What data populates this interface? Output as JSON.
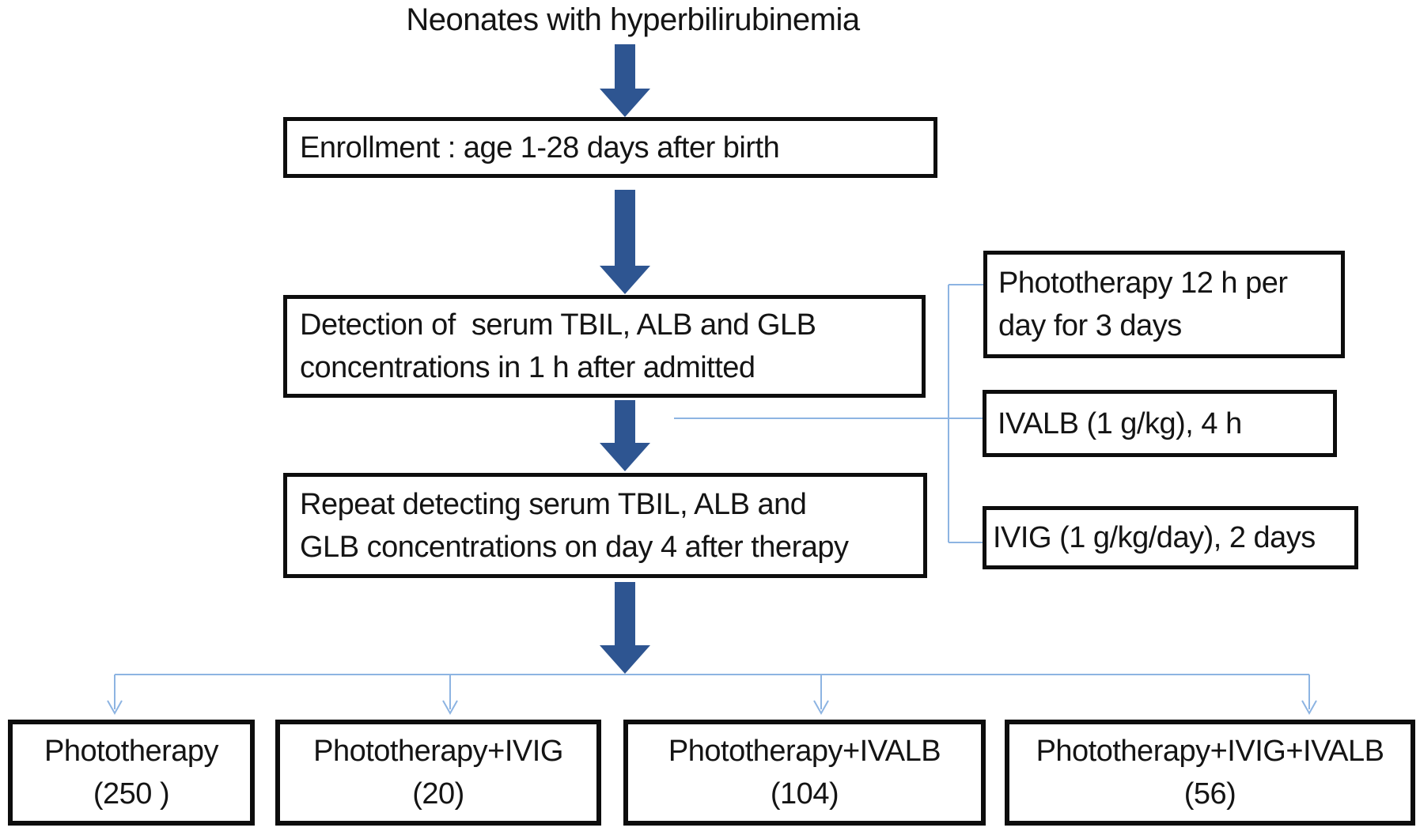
{
  "diagram": {
    "title": "Neonates with hyperbilirubinemia",
    "flow_boxes": [
      {
        "id": "enrollment",
        "lines": [
          "Enrollment : age 1-28 days after birth"
        ]
      },
      {
        "id": "detection",
        "lines": [
          "Detection of  serum TBIL, ALB and GLB",
          "concentrations in 1 h after admitted"
        ]
      },
      {
        "id": "repeat-detection",
        "lines": [
          "Repeat detecting serum TBIL, ALB and",
          "GLB concentrations on day 4 after therapy"
        ]
      }
    ],
    "intervention_boxes": [
      {
        "id": "phototherapy-protocol",
        "lines": [
          "Phototherapy 12 h per",
          "day for 3 days"
        ]
      },
      {
        "id": "ivalb-protocol",
        "lines": [
          "IVALB (1 g/kg), 4 h"
        ]
      },
      {
        "id": "ivig-protocol",
        "lines": [
          "IVIG (1 g/kg/day), 2 days"
        ]
      }
    ],
    "group_boxes": [
      {
        "name": "Phototherapy",
        "count": "(250 )"
      },
      {
        "name": "Phototherapy+IVIG",
        "count": "(20)"
      },
      {
        "name": "Phototherapy+IVALB",
        "count": "(104)"
      },
      {
        "name": "Phototherapy+IVIG+IVALB",
        "count": "(56)"
      }
    ],
    "connectors": {
      "main_flow_arrow_count": 4,
      "branch_arrowhead_count": 4,
      "direction": "down"
    },
    "colors": {
      "arrow": "#2E5591",
      "connector": "#8DB4E2",
      "border": "#0d0d0d",
      "text": "#141414",
      "background": "#ffffff"
    }
  }
}
